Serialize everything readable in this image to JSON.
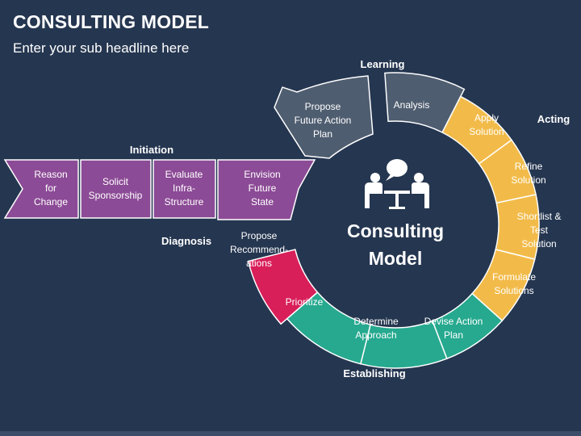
{
  "header": {
    "title": "CONSULTING MODEL",
    "subtitle": "Enter your sub headline here"
  },
  "center": {
    "icon": "meeting-people-icon",
    "line1": "Consulting",
    "line2": "Model"
  },
  "phases": {
    "learning": "Learning",
    "acting": "Acting",
    "initiation": "Initiation",
    "diagnosis": "Diagnosis",
    "establishing": "Establishing"
  },
  "colors": {
    "background": "#253650",
    "initiation": "#8c4b96",
    "diagnosis": "#d81f5a",
    "establishing": "#26a98f",
    "acting": "#f2bb49",
    "learning": "#4f5d70",
    "segment_border": "#ffffff"
  },
  "initiation_steps": [
    {
      "lines": [
        "Reason",
        "for",
        "Change"
      ]
    },
    {
      "lines": [
        "Solicit",
        "Sponsorship"
      ]
    },
    {
      "lines": [
        "Evaluate",
        "Infra-",
        "Structure"
      ]
    },
    {
      "lines": [
        "Envision",
        "Future",
        "State"
      ]
    }
  ],
  "ring_steps": {
    "propose_recommendations": {
      "lines": [
        "Propose",
        "Recommend-",
        "ations"
      ]
    },
    "prioritize": {
      "lines": [
        "Prioritize"
      ]
    },
    "determine_approach": {
      "lines": [
        "Determine",
        "Approach"
      ]
    },
    "devise_action_plan": {
      "lines": [
        "Devise Action",
        "Plan"
      ]
    },
    "formulate_solutions": {
      "lines": [
        "Formulate",
        "Solutions"
      ]
    },
    "shortlist_test": {
      "lines": [
        "Shortlist &",
        "Test",
        "Solution"
      ]
    },
    "refine_solution": {
      "lines": [
        "Refine",
        "Solution"
      ]
    },
    "apply_solution": {
      "lines": [
        "Apply",
        "Solution"
      ]
    },
    "analysis": {
      "lines": [
        "Analysis"
      ]
    },
    "propose_future_plan": {
      "lines": [
        "Propose",
        "Future Action",
        "Plan"
      ]
    }
  }
}
